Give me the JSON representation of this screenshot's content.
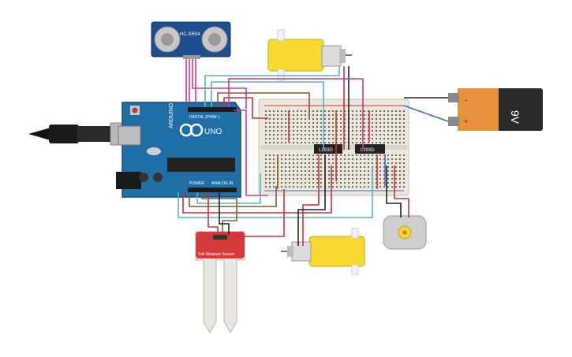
{
  "components": {
    "ultrasonic": {
      "label": "HC-SR04"
    },
    "arduino": {
      "brand": "ARDUINO",
      "model": "UNO",
      "digital_header": "DIGITAL (PWM~)",
      "power_header": "POWER",
      "analog_header": "ANALOG IN"
    },
    "battery": {
      "label": "9V",
      "plus": "+",
      "minus": "-"
    },
    "driver_ics": [
      {
        "label": "L293D"
      },
      {
        "label": "L293D"
      }
    ],
    "soil_sensor": {
      "label": "Soil Moisture Sensor"
    }
  },
  "colors": {
    "arduino_board": "#1f6fa6",
    "breadboard": "#ebe7dc",
    "motor_yellow": "#f7d92f",
    "battery_body": "#2b2b2b",
    "battery_cap": "#e6923c",
    "sensor_red": "#d53a3a",
    "wire_red": "#d32f2f",
    "wire_pink": "#d8338c",
    "wire_teal": "#4fb7c9",
    "wire_brown": "#8b5a2b",
    "wire_blue": "#3b6fd6",
    "wire_black": "#222222"
  }
}
